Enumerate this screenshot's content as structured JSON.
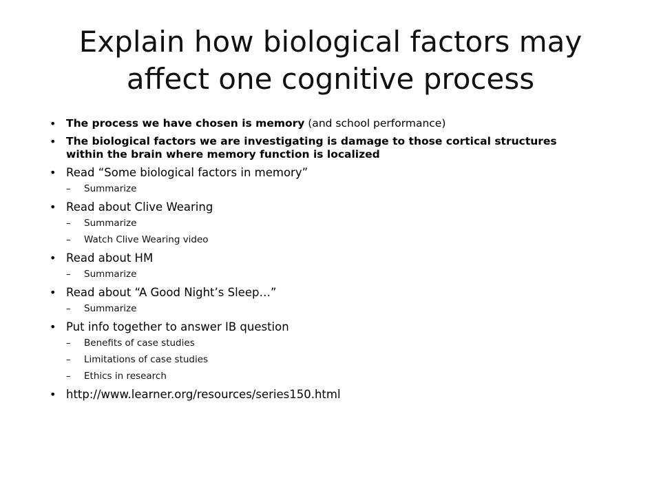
{
  "title": {
    "line1": "Explain how biological factors may",
    "line2": "affect one cognitive process"
  },
  "bullets": [
    {
      "bold": "The process we have chosen is memory",
      "normal": " (and school performance)",
      "subs": []
    },
    {
      "bold": "The biological factors we are investigating is damage to those cortical structures within the brain where memory function is localized",
      "normal": "",
      "subs": []
    },
    {
      "bold": "",
      "normal": "Read “Some biological factors in memory”",
      "subs": [
        "Summarize"
      ]
    },
    {
      "bold": "",
      "normal": "Read about Clive Wearing",
      "subs": [
        "Summarize",
        "Watch Clive Wearing video"
      ]
    },
    {
      "bold": "",
      "normal": "Read about HM",
      "subs": [
        "Summarize"
      ]
    },
    {
      "bold": "",
      "normal": "Read about “A Good Night’s Sleep…”",
      "subs": [
        "Summarize"
      ]
    },
    {
      "bold": "",
      "normal": "Put info together to answer IB question",
      "subs": [
        "Benefits of case studies",
        "Limitations of case studies",
        "Ethics in research"
      ]
    },
    {
      "bold": "",
      "normal": "http://www.learner.org/resources/series150.html",
      "subs": []
    }
  ],
  "bullet_glyph": "•",
  "sub_glyph": "–"
}
